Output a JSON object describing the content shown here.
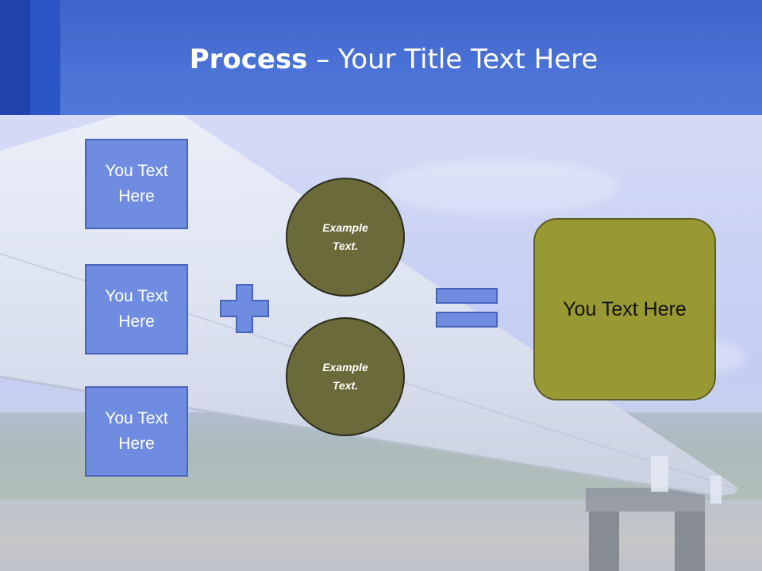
{
  "title": {
    "bold": "Process",
    "rest": " – Your Title Text Here"
  },
  "left_boxes": [
    {
      "label": "You Text Here"
    },
    {
      "label": "You Text Here"
    },
    {
      "label": "You Text Here"
    }
  ],
  "circles": [
    {
      "label": "Example Text."
    },
    {
      "label": "Example Text."
    }
  ],
  "result": {
    "label": "You Text Here"
  },
  "colors": {
    "header": "#4b72d6",
    "box_fill": "#6f8ce0",
    "circle_fill": "#6a6a3a",
    "result_fill": "#999933"
  }
}
